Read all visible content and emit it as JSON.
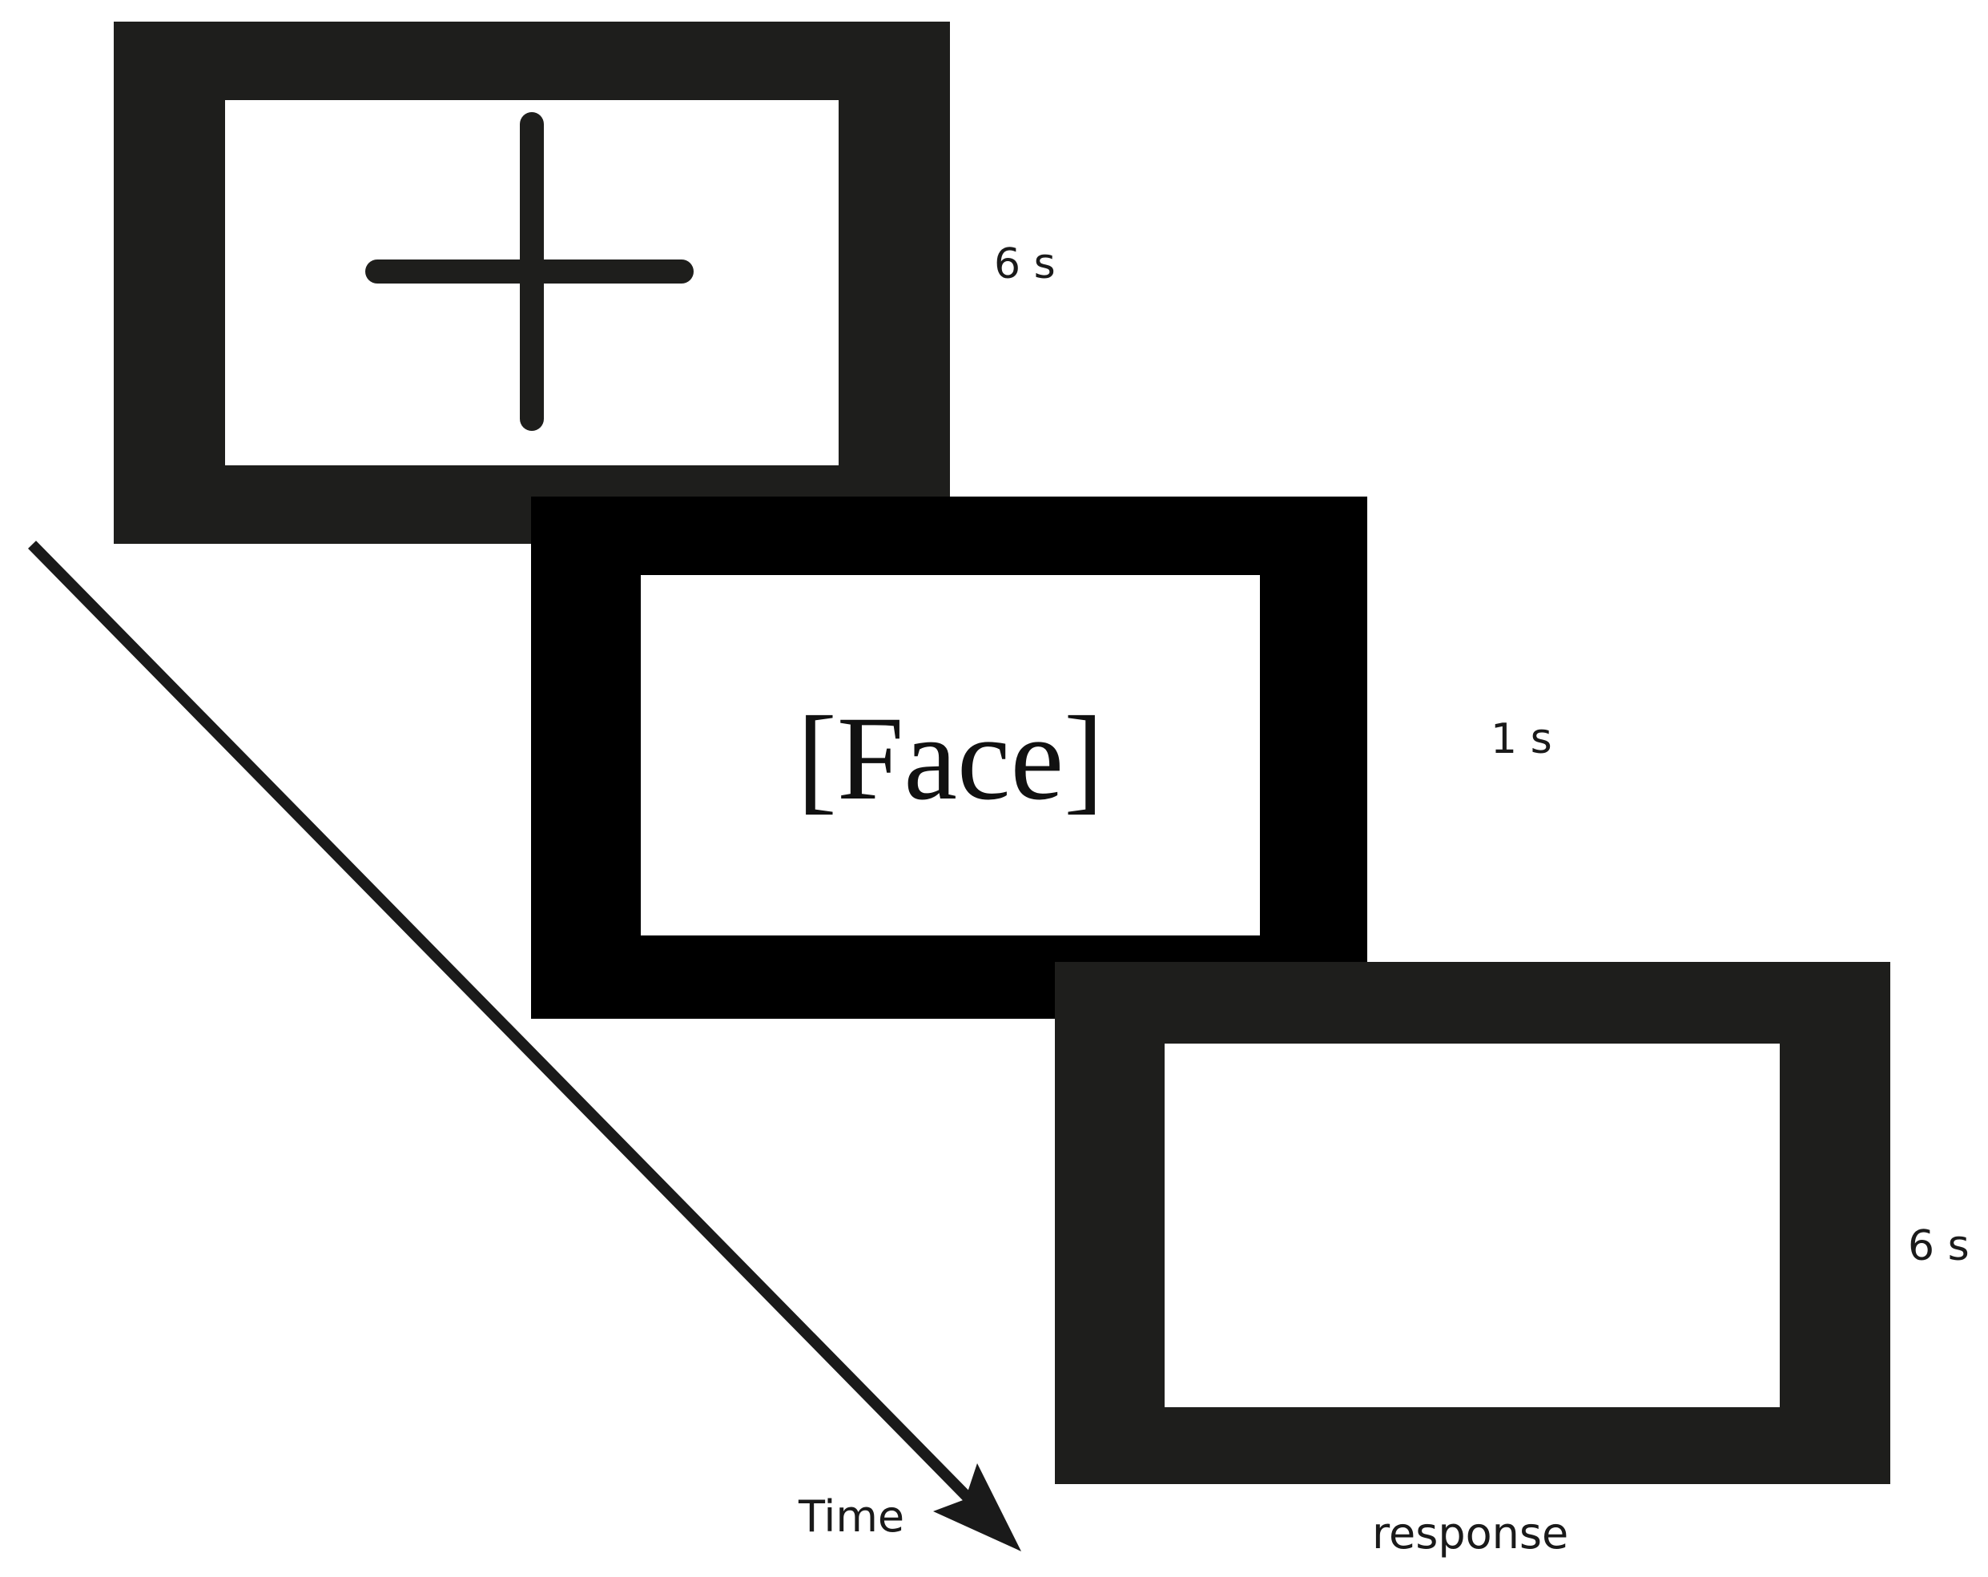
{
  "screens": [
    {
      "content": "fixation-cross",
      "duration": "6 s"
    },
    {
      "content": "[Face]",
      "duration": "1 s"
    },
    {
      "content": "",
      "duration": "6 s",
      "caption": "response"
    }
  ],
  "time_axis": {
    "label": "Time"
  },
  "colors": {
    "frame": "#1e1e1c",
    "frame_dark": "#000000",
    "screen": "#ffffff",
    "ink": "#1a1a1a"
  }
}
